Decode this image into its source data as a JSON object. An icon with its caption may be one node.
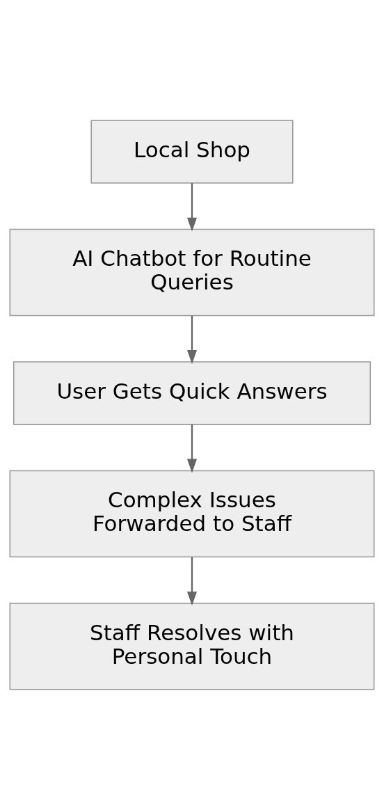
{
  "diagram": {
    "nodes": [
      {
        "text": [
          "Local Shop"
        ]
      },
      {
        "text": [
          "AI Chatbot for Routine Queries"
        ]
      },
      {
        "text": [
          "User Gets Quick Answers"
        ]
      },
      {
        "text": [
          "Complex Issues Forwarded to Staff"
        ]
      },
      {
        "text": [
          "Staff Resolves with Personal Touch"
        ]
      }
    ],
    "edges": [
      {
        "from": 0,
        "to": 1,
        "arrow": "to"
      },
      {
        "from": 1,
        "to": 2,
        "arrow": "to"
      },
      {
        "from": 2,
        "to": 3,
        "arrow": "to"
      },
      {
        "from": 3,
        "to": 4,
        "arrow": "to"
      }
    ]
  }
}
